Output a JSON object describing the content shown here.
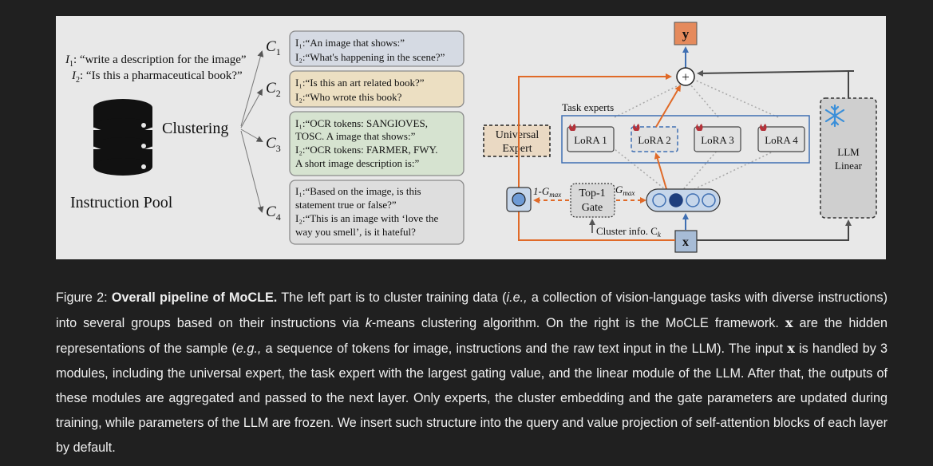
{
  "diagram": {
    "left": {
      "i1_label": "I",
      "i1_sub": "1",
      "i1_text": ": “write a description for the image”",
      "i2_label": "I",
      "i2_sub": "2",
      "i2_text": ": “Is this a pharmaceutical book?”",
      "clustering_label": "Clustering",
      "pool_label": "Instruction Pool"
    },
    "clusters": [
      {
        "label": "C",
        "sub": "1",
        "lines": [
          "I₁:“An image that shows:”",
          "I₂:“What's happening in the scene?”"
        ],
        "fill": "#d5dae3"
      },
      {
        "label": "C",
        "sub": "2",
        "lines": [
          "I₁:“Is this an art related book?”",
          "I₂:“Who wrote this book?"
        ],
        "fill": "#ecdfc2"
      },
      {
        "label": "C",
        "sub": "3",
        "lines": [
          "I₁:“OCR tokens: SANGIOVES,",
          "TOSC. A image that shows:”",
          "I₂:“OCR tokens: FARMER, FWY.",
          "A short image description is:”"
        ],
        "fill": "#d6e3d0"
      },
      {
        "label": "C",
        "sub": "4",
        "lines": [
          "I₁:“Based on the image, is this",
          "statement true or false?”",
          "I₂:“This is an image with ‘love the",
          "way you smell’, is it hateful?"
        ],
        "fill": "#dedede"
      }
    ],
    "right": {
      "output_y": "y",
      "plus": "+",
      "task_experts_label": "Task experts",
      "universal_expert": [
        "Universal",
        "Expert"
      ],
      "lora": [
        "LoRA 1",
        "LoRA 2",
        "LoRA 3",
        "LoRA 4"
      ],
      "llm_linear": [
        "LLM",
        "Linear"
      ],
      "gate": [
        "Top-1",
        "Gate"
      ],
      "one_minus_gmax": "1-G",
      "gmax": "G",
      "max_sub": "max",
      "cluster_info": "Cluster info. C",
      "cluster_info_sub": "k",
      "input_x": "x"
    },
    "colors": {
      "orange": "#e06a28",
      "blue": "#3f6fb2",
      "output_box": "#e58a5c",
      "input_box": "#a7bcd6",
      "gray_box": "#cfcfcf",
      "fire_icon": "#b5323a"
    }
  },
  "caption": {
    "figure_label": "Figure 2: ",
    "title": "Overall pipeline of MoCLE.",
    "text_1": " The left part is to cluster training data (",
    "ie": "i.e.,",
    "text_2": " a collection of vision-language tasks with diverse instructions) into several groups based on their instructions via ",
    "k": "k",
    "text_3": "-means clustering algorithm. On the right is the MoCLE framework. ",
    "x1": "x",
    "text_4": " are the hidden representations of the sample (",
    "eg": "e.g.,",
    "text_5": " a sequence of tokens for image, instructions and the raw text input in the LLM). The input ",
    "x2": "x",
    "text_6": " is handled by 3 modules, including the universal expert, the task expert with the largest gating value, and the linear module of the LLM. After that, the outputs of these modules are aggregated and passed to the next layer. Only experts, the cluster embedding and the gate parameters are updated during training, while parameters of the LLM are frozen. We insert such structure into the query and value projection of self-attention blocks of each layer by default."
  }
}
